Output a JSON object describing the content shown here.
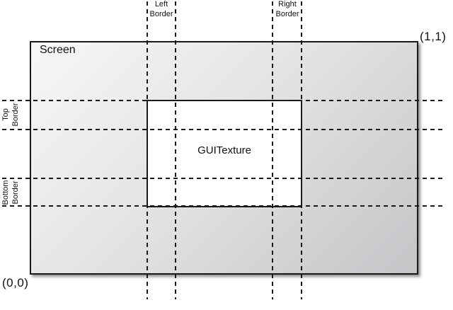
{
  "diagram": {
    "screen_label": "Screen",
    "texture_label": "GUITexture",
    "origin_label": "(0,0)",
    "top_right_label": "(1,1)",
    "left_border_label": "Left Border",
    "right_border_label": "Right Border",
    "top_border_label": "Top Border",
    "bottom_border_label": "Bottom Border",
    "colors": {
      "line_color": "#1a1a1a",
      "screen_gradient_start": "#f7f7f7",
      "screen_gradient_mid": "#e4e4e6",
      "screen_gradient_end": "#c5c5c8",
      "texture_fill": "#ffffff"
    }
  }
}
